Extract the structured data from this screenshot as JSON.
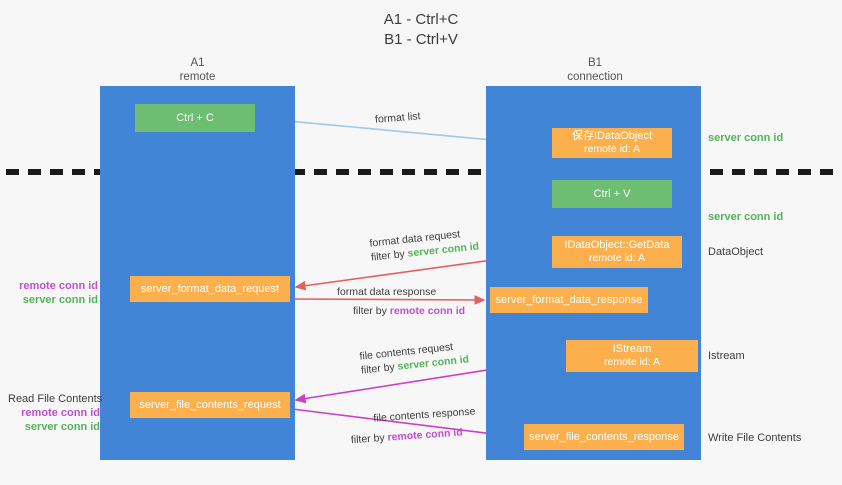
{
  "title": {
    "line1": "A1 - Ctrl+C",
    "line2": "B1 - Ctrl+V"
  },
  "lanes": [
    {
      "id": "a1",
      "name": "A1",
      "role": "remote"
    },
    {
      "id": "b1",
      "name": "B1",
      "role": "connection"
    }
  ],
  "nodes": {
    "ctrl_c": {
      "line1": "Ctrl + C",
      "line2": "",
      "color": "#6dbd72"
    },
    "save_idataobject": {
      "line1": "保存IDataObject",
      "line2": "remote id: A",
      "color": "#fbb04d"
    },
    "ctrl_v": {
      "line1": "Ctrl + V",
      "line2": "",
      "color": "#6dbd72"
    },
    "getdata": {
      "line1": "IDataObject::GetData",
      "line2": "remote id: A",
      "color": "#fbb04d"
    },
    "server_format_data_request": {
      "line1": "server_format_data_request",
      "line2": "",
      "color": "#fbb04d"
    },
    "server_format_data_response": {
      "line1": "server_format_data_response",
      "line2": "",
      "color": "#fbb04d"
    },
    "istream": {
      "line1": "IStream",
      "line2": "remote id: A",
      "color": "#fbb04d"
    },
    "server_file_contents_request": {
      "line1": "server_file_contents_request",
      "line2": "",
      "color": "#fbb04d"
    },
    "server_file_contents_response": {
      "line1": "server_file_contents_response",
      "line2": "",
      "color": "#fbb04d"
    }
  },
  "edge_labels": {
    "format_list": {
      "text": "format list"
    },
    "format_data_request": {
      "line1": "format data request",
      "filter_prefix": "filter by ",
      "filter_value": "server conn id"
    },
    "format_data_response": {
      "line1": "format data response",
      "filter_prefix": "filter by ",
      "filter_value": "remote conn id"
    },
    "file_contents_request": {
      "line1": "file contents request",
      "filter_prefix": "filter by ",
      "filter_value": "server conn id"
    },
    "file_contents_response": {
      "line1": "file contents response",
      "filter_prefix": "filter by ",
      "filter_value": "remote conn id"
    }
  },
  "side_annotations": {
    "server_conn_id_top": "server conn id",
    "server_conn_id_mid": "server conn id",
    "dataobject": "DataObject",
    "istream": "Istream",
    "write_file_contents": "Write File Contents",
    "left_format": {
      "remote": "remote conn id",
      "server": "server conn id"
    },
    "left_file": {
      "header": "Read File Contents",
      "remote": "remote conn id",
      "server": "server conn id"
    }
  },
  "colors": {
    "lane": "#4285d6",
    "green_node": "#6dbd72",
    "orange_node": "#fbb04d",
    "green_text": "#54b35a",
    "purple_text": "#c04fd0",
    "red_arrow": "#e2615f",
    "magenta_arrow": "#cc3fc4",
    "blue_arrow": "#9fc8ea",
    "divider": "#1a1a1a",
    "background": "#f7f7f7"
  }
}
